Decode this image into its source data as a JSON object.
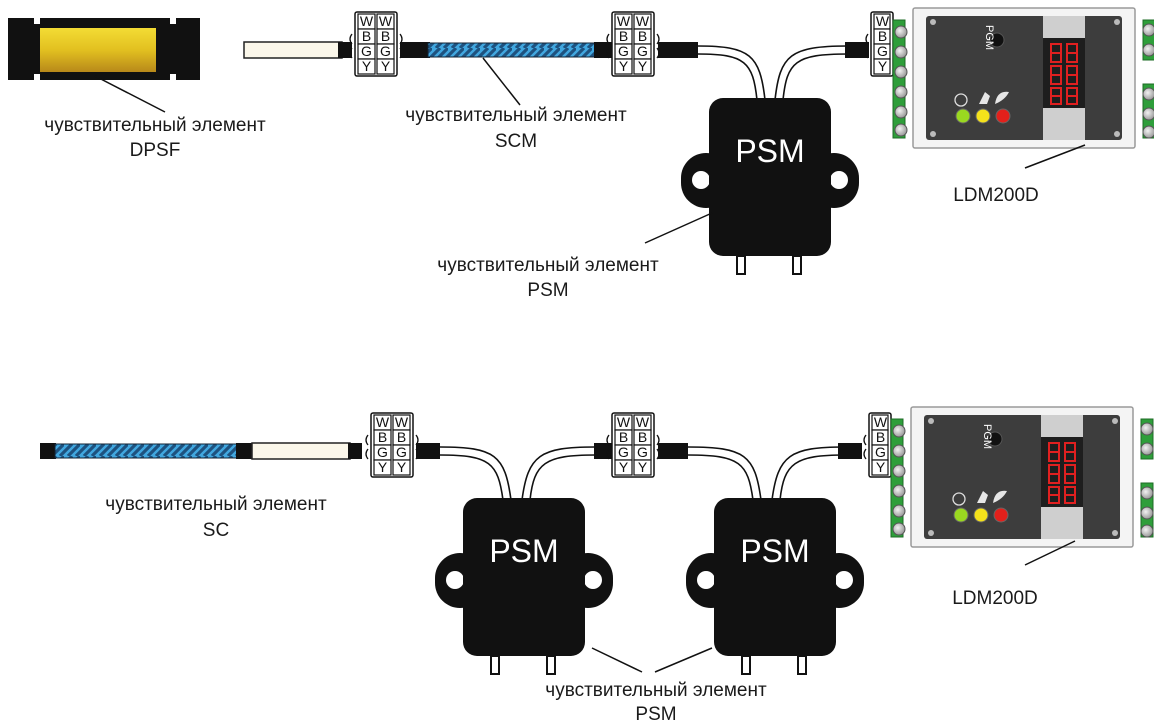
{
  "colors": {
    "module": "#111111",
    "cable_blue": "#3aa0d8",
    "cable_stripe": "#1c4f7c",
    "terminal_green": "#2e9e3a",
    "led_green": "#9ad820",
    "led_yellow": "#f5e21b",
    "led_red": "#e3201b",
    "sensor_gold": "#d8b81a"
  },
  "terminal_letters": [
    "W",
    "B",
    "G",
    "Y"
  ],
  "top": {
    "dpsf_tag": "DPSF",
    "dpsf_label": [
      "чувствительный элемент",
      "DPSF"
    ],
    "scm_label": [
      "чувствительный элемент",
      "SCM"
    ],
    "psm_module": "PSM",
    "psm_label": [
      "чувствительный элемент",
      "PSM"
    ],
    "controller_pgm": "PGM",
    "controller_label": "LDM200D"
  },
  "bottom": {
    "sc_label": [
      "чувствительный элемент",
      "SC"
    ],
    "psm_module_1": "PSM",
    "psm_module_2": "PSM",
    "psm_label": [
      "чувствительный элемент",
      "PSM"
    ],
    "controller_pgm": "PGM",
    "controller_label": "LDM200D"
  }
}
